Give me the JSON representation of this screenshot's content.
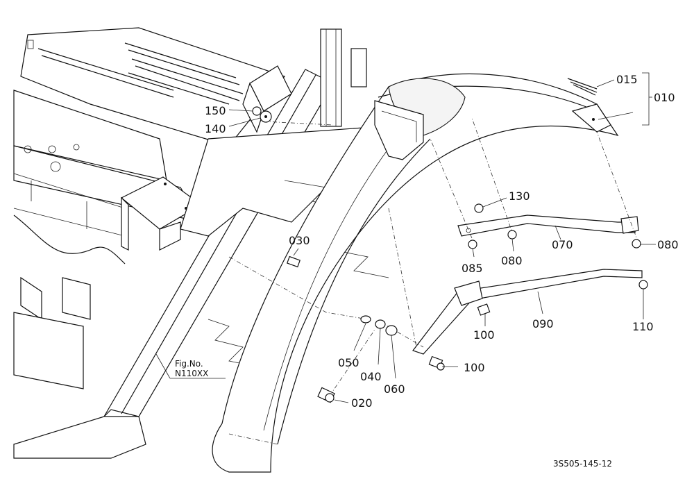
{
  "callouts": [
    {
      "id": "015",
      "label": "015"
    },
    {
      "id": "010",
      "label": "010"
    },
    {
      "id": "150",
      "label": "150"
    },
    {
      "id": "140",
      "label": "140"
    },
    {
      "id": "130",
      "label": "130"
    },
    {
      "id": "070",
      "label": "070"
    },
    {
      "id": "080a",
      "label": "080"
    },
    {
      "id": "085",
      "label": "085"
    },
    {
      "id": "080b",
      "label": "080"
    },
    {
      "id": "030",
      "label": "030"
    },
    {
      "id": "090",
      "label": "090"
    },
    {
      "id": "100a",
      "label": "100"
    },
    {
      "id": "110",
      "label": "110"
    },
    {
      "id": "050",
      "label": "050"
    },
    {
      "id": "040",
      "label": "040"
    },
    {
      "id": "060",
      "label": "060"
    },
    {
      "id": "100b",
      "label": "100"
    },
    {
      "id": "020",
      "label": "020"
    }
  ],
  "fig_ref": {
    "line1": "Fig.No.",
    "line2": "N110XX"
  },
  "drawing_code": "3S505-145-12"
}
